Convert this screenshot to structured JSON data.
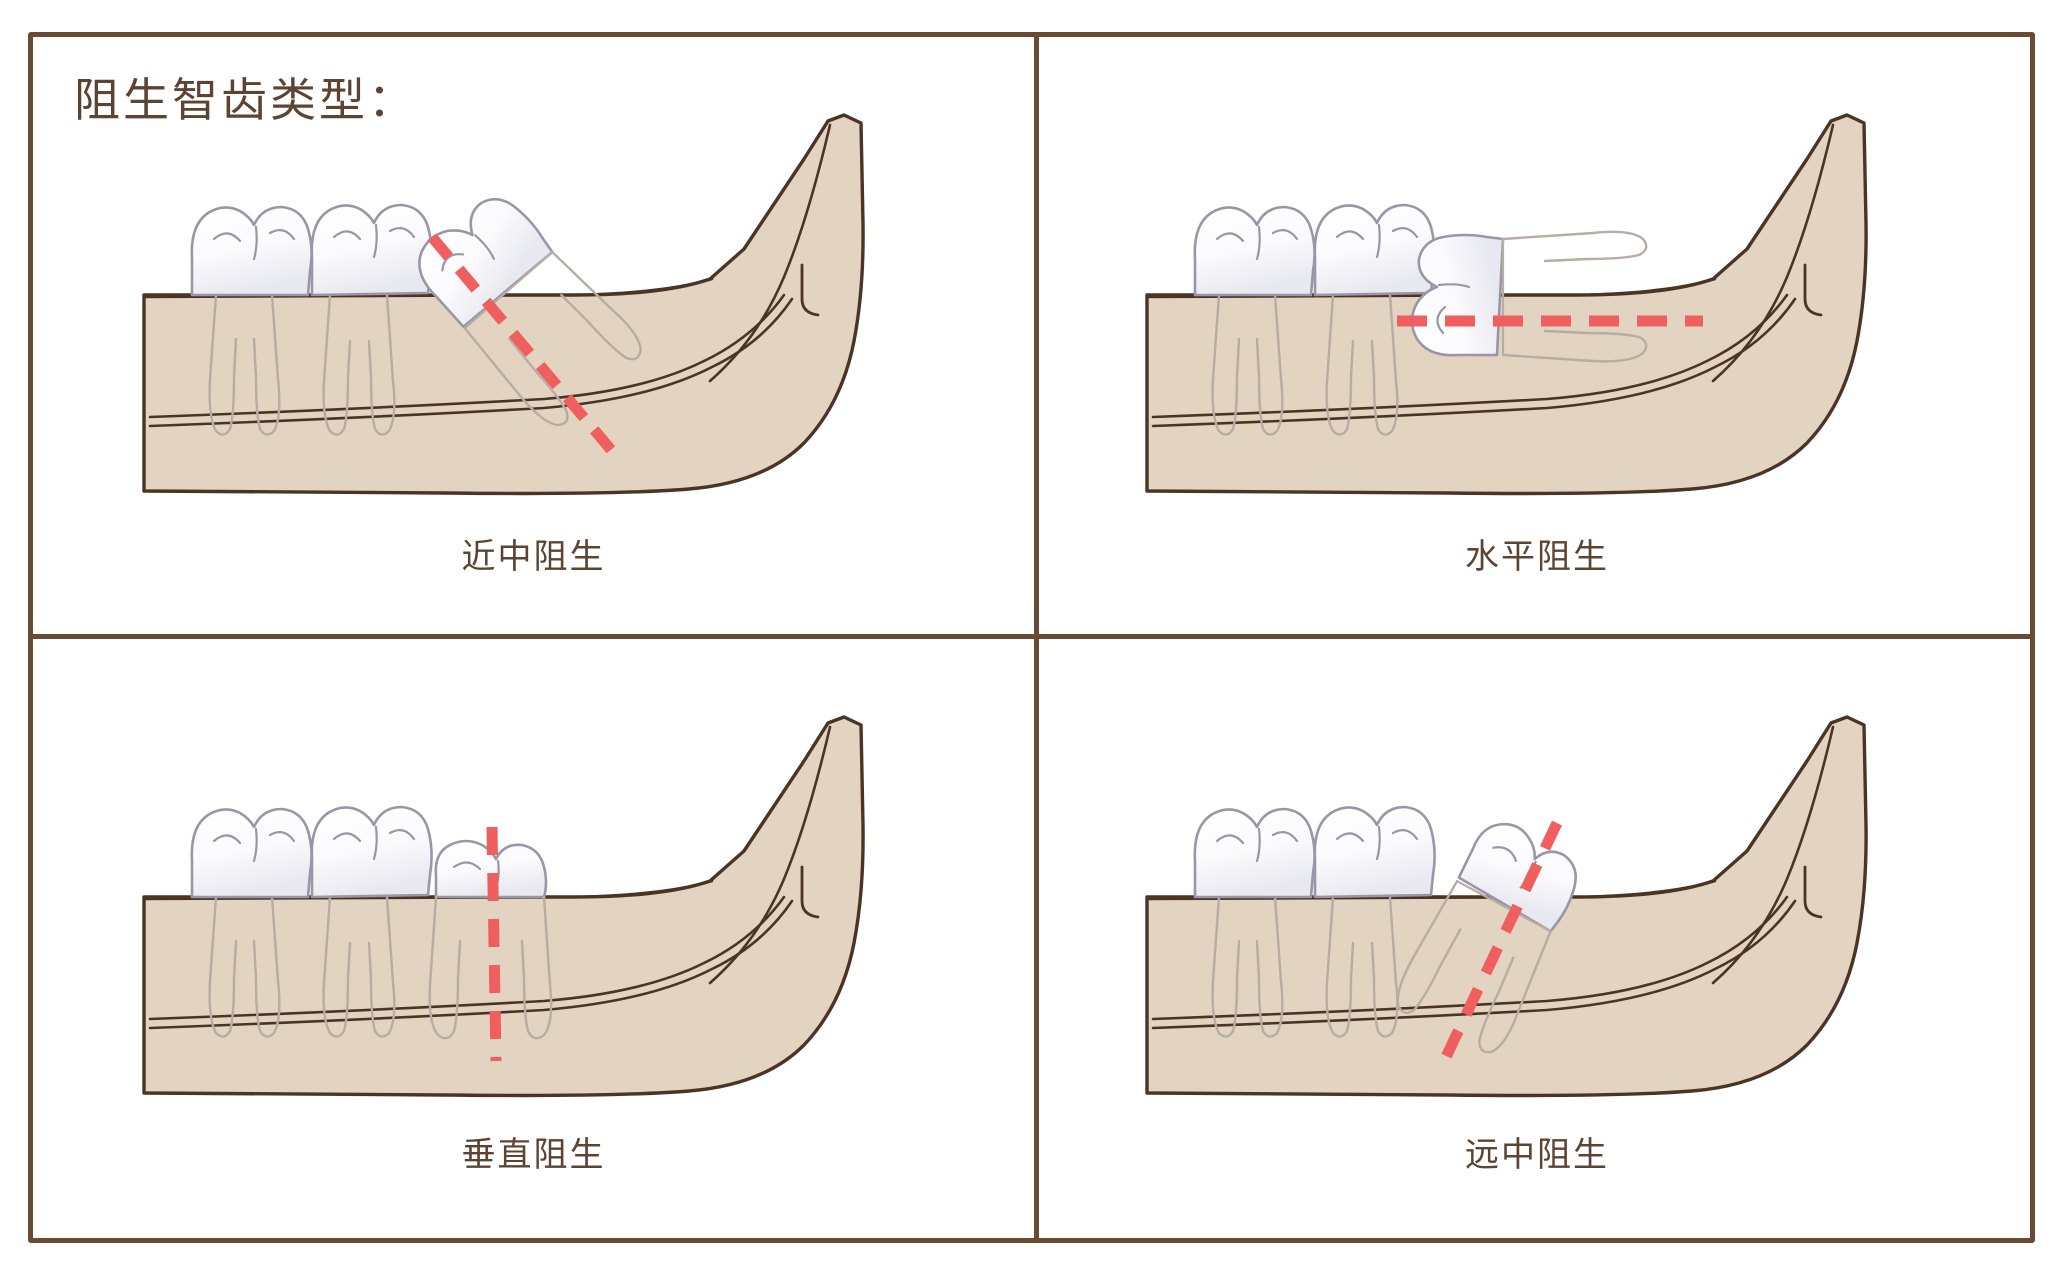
{
  "title": "阻生智齿类型：",
  "colors": {
    "frame": "#6b4a34",
    "title_text": "#5d4432",
    "caption_text": "#5d4432",
    "bone_fill": "#e3d3c1",
    "bone_outline": "#4b3426",
    "tooth_fill": "#ffffff",
    "tooth_outline": "#9a96a8",
    "root_outline": "#b7ada4",
    "marker_red": "#ef5f5f",
    "background": "#ffffff"
  },
  "panels": [
    {
      "id": "mesial",
      "caption": "近中阻生",
      "marker": "diagonal-forward-tilt-line",
      "marker_orientation": "tilted-forward"
    },
    {
      "id": "horizontal",
      "caption": "水平阻生",
      "marker": "horizontal-line",
      "marker_orientation": "horizontal"
    },
    {
      "id": "vertical",
      "caption": "垂直阻生",
      "marker": "vertical-line",
      "marker_orientation": "vertical"
    },
    {
      "id": "distal",
      "caption": "远中阻生",
      "marker": "diagonal-backward-tilt-line",
      "marker_orientation": "tilted-backward"
    }
  ]
}
